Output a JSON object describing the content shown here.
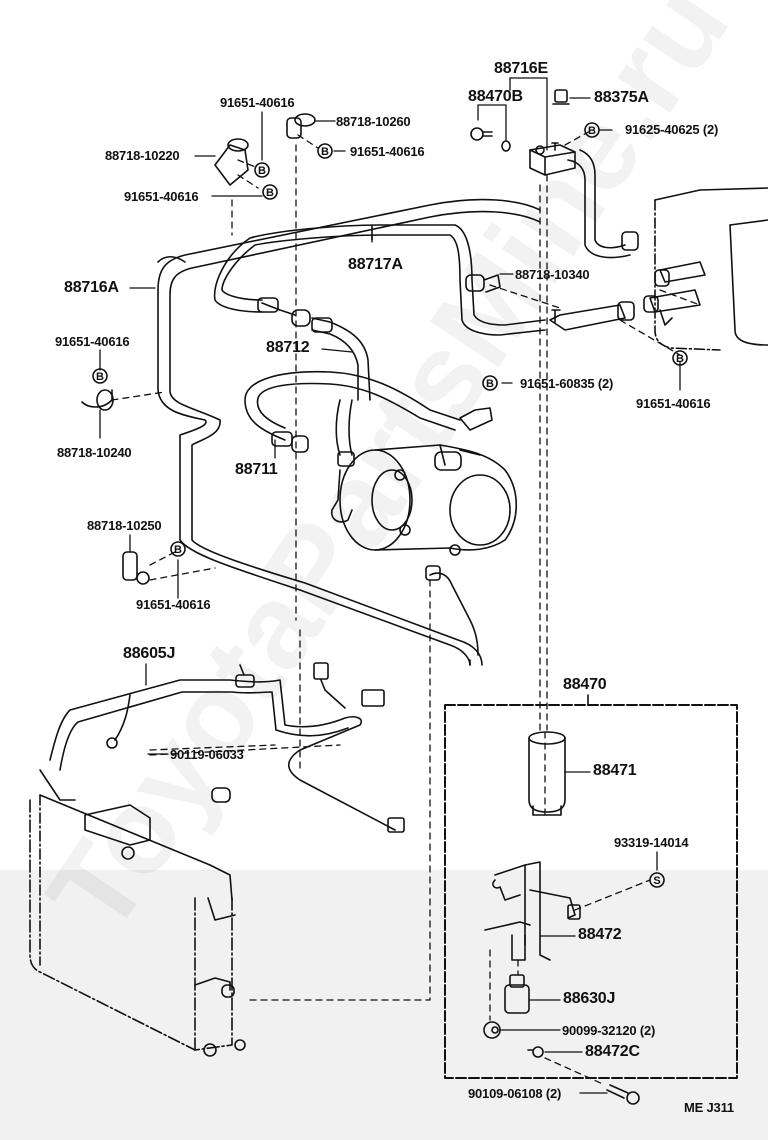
{
  "diagram": {
    "title_code": "ME  J311",
    "watermark": "ToyotaPartsMine.ru",
    "symbols": {
      "bolt_marker": "B",
      "screw_marker": "S"
    },
    "assemblies": [
      {
        "id": "88470",
        "description": "receiver assembly group (boxed)",
        "children": [
          "88471",
          "88472",
          "88630J",
          "90099-32120 (2)",
          "88472C",
          "93319-14014"
        ]
      },
      {
        "id": "88716E",
        "children": [
          "88470B"
        ]
      }
    ],
    "labels": {
      "l_88716E": "88716E",
      "l_88470B": "88470B",
      "l_88375A": "88375A",
      "l_91625_40625": "91625-40625 (2)",
      "l_91651_40616_top": "91651-40616",
      "l_88718_10260": "88718-10260",
      "l_91651_40616_topright": "91651-40616",
      "l_88718_10220": "88718-10220",
      "l_91651_40616_left": "91651-40616",
      "l_88716A": "88716A",
      "l_88717A": "88717A",
      "l_88718_10340": "88718-10340",
      "l_88712": "88712",
      "l_91651_40616_mid": "91651-40616",
      "l_88718_10240": "88718-10240",
      "l_91651_60835": "91651-60835 (2)",
      "l_91651_40616_right": "91651-40616",
      "l_88711": "88711",
      "l_88718_10250": "88718-10250",
      "l_91651_40616_low": "91651-40616",
      "l_88605J": "88605J",
      "l_90119_06033": "90119-06033",
      "l_88470": "88470",
      "l_88471": "88471",
      "l_93319_14014": "93319-14014",
      "l_88472": "88472",
      "l_88630J": "88630J",
      "l_90099_32120": "90099-32120 (2)",
      "l_88472C": "88472C",
      "l_90109_06108": "90109-06108 (2)",
      "l_code": "ME  J311"
    }
  }
}
